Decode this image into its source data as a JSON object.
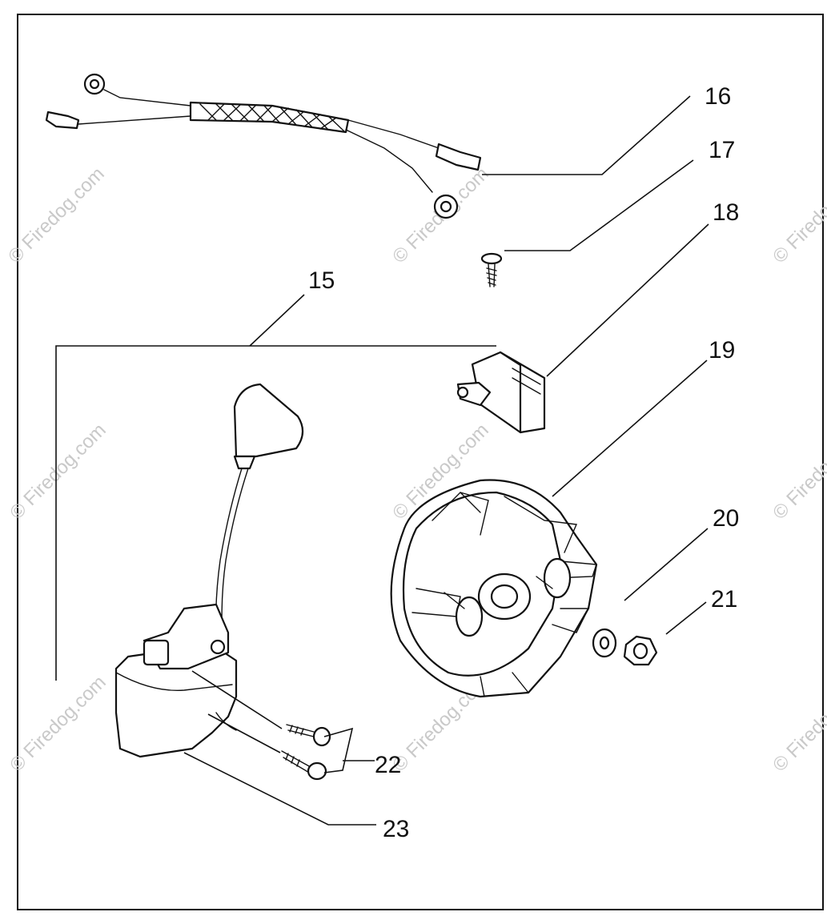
{
  "callouts": [
    {
      "id": "15",
      "text": "15"
    },
    {
      "id": "16",
      "text": "16"
    },
    {
      "id": "17",
      "text": "17"
    },
    {
      "id": "18",
      "text": "18"
    },
    {
      "id": "19",
      "text": "19"
    },
    {
      "id": "20",
      "text": "20"
    },
    {
      "id": "21",
      "text": "21"
    },
    {
      "id": "22",
      "text": "22"
    },
    {
      "id": "23",
      "text": "23"
    }
  ],
  "watermark": "© Firedog.com",
  "colors": {
    "line": "#111111",
    "watermark": "#c9c9c9",
    "background": "#ffffff"
  }
}
